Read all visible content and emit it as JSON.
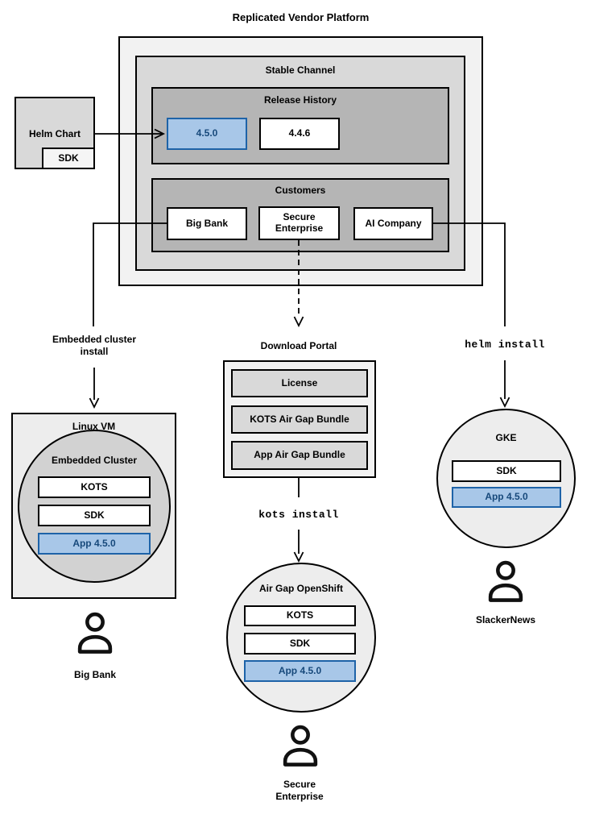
{
  "colors": {
    "highlight_fill": "#a8c7e8",
    "highlight_border": "#1e63a8",
    "highlight_text": "#17497b",
    "gray_outer": "#f2f2f2",
    "gray_mid": "#d9d9d9",
    "gray_dark": "#b5b5b5",
    "gray_circle": "#d2d2d2",
    "gray_node": "#ededed",
    "line": "#000000"
  },
  "title": "Replicated Vendor Platform",
  "platform": {
    "stable_channel": "Stable Channel",
    "release_history": "Release History",
    "releases": [
      {
        "version": "4.5.0",
        "highlighted": true
      },
      {
        "version": "4.4.6",
        "highlighted": false
      }
    ],
    "customers_label": "Customers",
    "customers": [
      "Big Bank",
      "Secure Enterprise",
      "AI Company"
    ]
  },
  "helm_chart": {
    "label": "Helm Chart",
    "sdk": "SDK"
  },
  "flow_embedded": {
    "arrow_label": "Embedded cluster\ninstall",
    "vm_label": "Linux VM",
    "cluster_label": "Embedded Cluster",
    "components": [
      "KOTS",
      "SDK",
      "App 4.5.0"
    ],
    "persona": "Big Bank"
  },
  "flow_airgap": {
    "portal_label": "Download Portal",
    "portal_items": [
      "License",
      "KOTS Air Gap Bundle",
      "App Air Gap Bundle"
    ],
    "command": "kots install",
    "cluster_label": "Air Gap OpenShift",
    "components": [
      "KOTS",
      "SDK",
      "App 4.5.0"
    ],
    "persona": "Secure\nEnterprise"
  },
  "flow_helm": {
    "command": "helm install",
    "cluster_label": "GKE",
    "components": [
      "SDK",
      "App 4.5.0"
    ],
    "persona": "SlackerNews"
  }
}
